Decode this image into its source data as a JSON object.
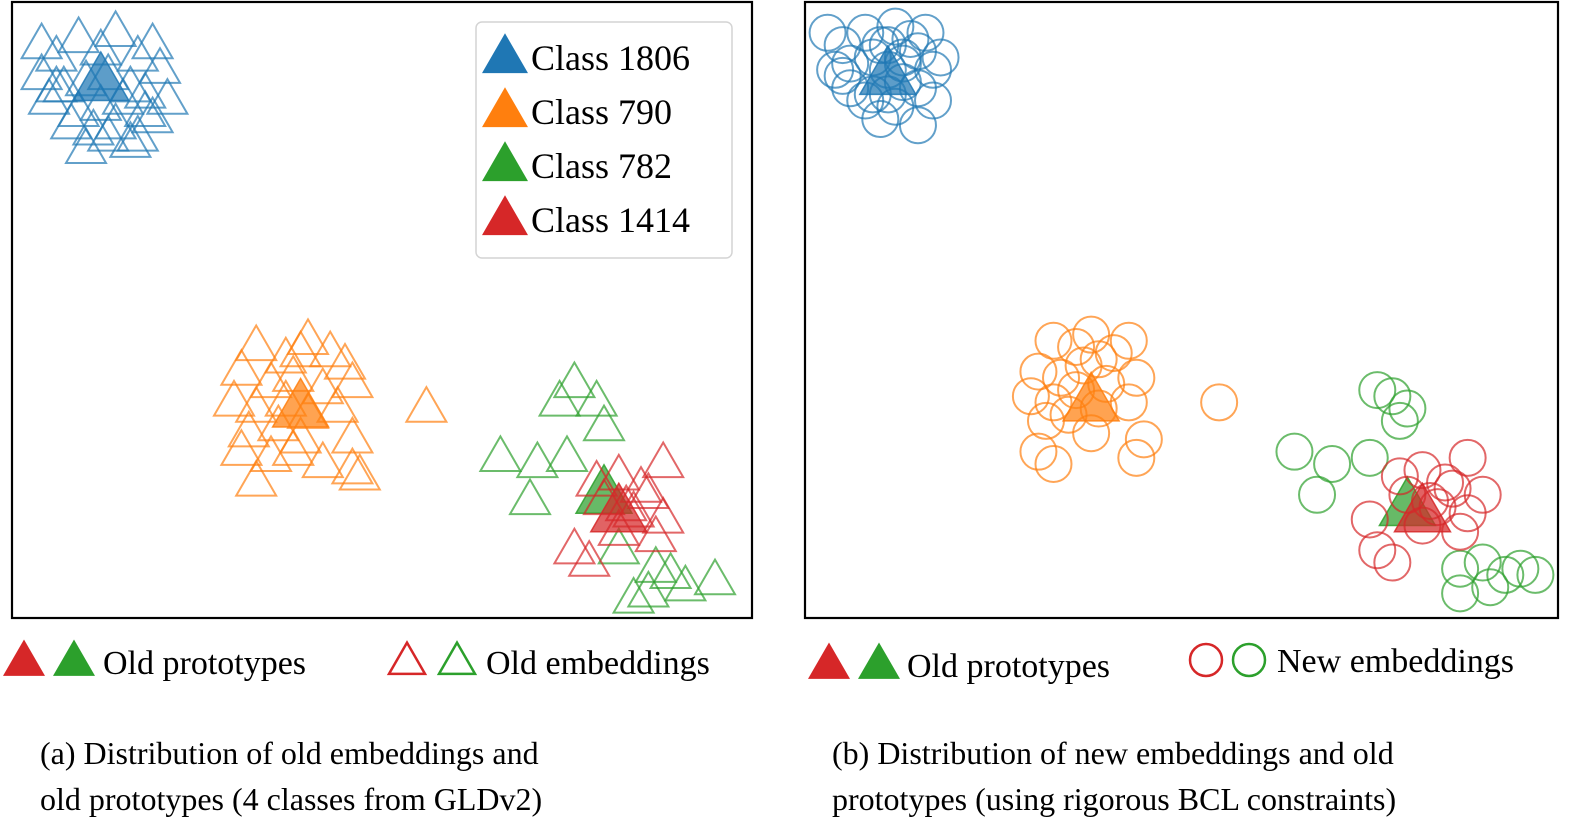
{
  "colors": {
    "blue": "#1f77b4",
    "orange": "#ff7f0e",
    "green": "#2ca02c",
    "red": "#d62728"
  },
  "legend_entries": [
    {
      "label": "Class 1806",
      "color": "#1f77b4"
    },
    {
      "label": "Class 790",
      "color": "#ff7f0e"
    },
    {
      "label": "Class 782",
      "color": "#2ca02c"
    },
    {
      "label": "Class 1414",
      "color": "#d62728"
    }
  ],
  "under_legends": {
    "a_prototypes": "Old prototypes",
    "a_embeddings": "Old embeddings",
    "b_prototypes": "Old prototypes",
    "b_embeddings": "New embeddings"
  },
  "captions": {
    "a_line1": "(a) Distribution of old embeddings and",
    "a_line2": "old prototypes (4 classes from GLDv2)",
    "b_line1": "(b) Distribution of new embeddings and old",
    "b_line2": "prototypes (using rigorous BCL constraints)"
  },
  "chart_data": [
    {
      "type": "scatter",
      "title": "",
      "xlabel": "",
      "ylabel": "",
      "xlim": [
        0,
        100
      ],
      "ylim": [
        0,
        100
      ],
      "grid": false,
      "legend_placement": "top-right",
      "series": [
        {
          "name": "Class 1806",
          "color": "#1f77b4",
          "marker": "triangle-open",
          "x": [
            4,
            6,
            9,
            12,
            14,
            17,
            19,
            4,
            7,
            10,
            13,
            16,
            20,
            5,
            9,
            12,
            15,
            18,
            21,
            8,
            11,
            14,
            17,
            19,
            10,
            13,
            16,
            6,
            18
          ],
          "y": [
            93,
            91,
            94,
            92,
            95,
            91,
            93,
            88,
            86,
            87,
            88,
            86,
            89,
            84,
            82,
            83,
            84,
            82,
            84,
            80,
            79,
            80,
            78,
            81,
            76,
            78,
            77,
            86,
            85
          ]
        },
        {
          "name": "Class 1806",
          "color": "#1f77b4",
          "marker": "triangle-filled",
          "x": [
            12
          ],
          "y": [
            87
          ]
        },
        {
          "name": "Class 790",
          "color": "#ff7f0e",
          "marker": "triangle-open",
          "x": [
            33,
            37,
            40,
            43,
            45,
            31,
            35,
            38,
            42,
            46,
            30,
            33,
            37,
            40,
            44,
            32,
            36,
            39,
            46,
            31,
            35,
            38,
            42,
            46,
            33,
            47,
            39,
            56
          ],
          "y": [
            44,
            42,
            45,
            43,
            41,
            40,
            38,
            39,
            37,
            38,
            35,
            34,
            35,
            33,
            34,
            30,
            31,
            29,
            29,
            27,
            26,
            27,
            25,
            24,
            22,
            23,
            43,
            34
          ]
        },
        {
          "name": "Class 790",
          "color": "#ff7f0e",
          "marker": "triangle-filled",
          "x": [
            39
          ],
          "y": [
            34
          ]
        },
        {
          "name": "Class 782",
          "color": "#2ca02c",
          "marker": "triangle-open",
          "x": [
            76,
            74,
            79,
            80,
            66,
            71,
            75,
            70,
            82,
            87,
            89,
            91,
            95,
            84,
            86
          ],
          "y": [
            38,
            35,
            35,
            31,
            26,
            25,
            26,
            19,
            11,
            8,
            7,
            5,
            6,
            3,
            4
          ]
        },
        {
          "name": "Class 782",
          "color": "#2ca02c",
          "marker": "triangle-filled",
          "x": [
            80
          ],
          "y": [
            20
          ]
        },
        {
          "name": "Class 1414",
          "color": "#d62728",
          "marker": "triangle-open",
          "x": [
            88,
            79,
            82,
            86,
            80,
            84,
            88,
            82,
            87,
            76,
            78,
            83,
            85
          ],
          "y": [
            25,
            22,
            23,
            20,
            19,
            17,
            16,
            14,
            13,
            11,
            9,
            18,
            21
          ]
        },
        {
          "name": "Class 1414",
          "color": "#d62728",
          "marker": "triangle-filled",
          "x": [
            82
          ],
          "y": [
            17
          ]
        }
      ]
    },
    {
      "type": "scatter",
      "title": "",
      "xlabel": "",
      "ylabel": "",
      "xlim": [
        0,
        100
      ],
      "ylim": [
        0,
        100
      ],
      "grid": false,
      "series": [
        {
          "name": "",
          "color": "#1f77b4",
          "marker": "circle-open",
          "x": [
            3,
            5,
            8,
            10,
            12,
            14,
            16,
            4,
            6,
            9,
            11,
            13,
            15,
            17,
            6,
            8,
            11,
            13,
            15,
            17,
            10,
            12,
            15,
            9,
            13,
            5,
            18,
            11
          ],
          "y": [
            95,
            93,
            95,
            93,
            96,
            94,
            95,
            89,
            90,
            91,
            89,
            90,
            92,
            89,
            86,
            84,
            85,
            87,
            86,
            84,
            81,
            83,
            80,
            85,
            91,
            88,
            91,
            93
          ]
        },
        {
          "name": "",
          "color": "#1f77b4",
          "marker": "triangle-filled",
          "x": [
            11
          ],
          "y": [
            88
          ]
        },
        {
          "name": "",
          "color": "#ff7f0e",
          "marker": "circle-open",
          "x": [
            33,
            36,
            38,
            41,
            43,
            31,
            34,
            37,
            40,
            44,
            30,
            33,
            36,
            39,
            43,
            32,
            35,
            38,
            45,
            31,
            33,
            44,
            39,
            55
          ],
          "y": [
            45,
            44,
            46,
            43,
            45,
            40,
            39,
            41,
            38,
            39,
            36,
            35,
            37,
            34,
            35,
            32,
            33,
            30,
            29,
            27,
            25,
            26,
            42,
            35
          ]
        },
        {
          "name": "",
          "color": "#ff7f0e",
          "marker": "triangle-filled",
          "x": [
            38
          ],
          "y": [
            35
          ]
        },
        {
          "name": "",
          "color": "#2ca02c",
          "marker": "circle-open",
          "x": [
            76,
            78,
            80,
            79,
            65,
            70,
            75,
            68,
            87,
            90,
            93,
            97,
            91,
            87,
            95
          ],
          "y": [
            37,
            36,
            34,
            32,
            27,
            25,
            26,
            20,
            8,
            9,
            7,
            7,
            5,
            4,
            8
          ]
        },
        {
          "name": "",
          "color": "#2ca02c",
          "marker": "triangle-filled",
          "x": [
            80
          ],
          "y": [
            18
          ]
        },
        {
          "name": "",
          "color": "#d62728",
          "marker": "circle-open",
          "x": [
            88,
            79,
            82,
            86,
            80,
            84,
            88,
            82,
            87,
            76,
            78,
            83,
            85,
            90,
            75
          ],
          "y": [
            26,
            23,
            24,
            21,
            20,
            18,
            17,
            15,
            14,
            11,
            9,
            19,
            22,
            20,
            16
          ]
        },
        {
          "name": "",
          "color": "#d62728",
          "marker": "triangle-filled",
          "x": [
            82
          ],
          "y": [
            17
          ]
        }
      ]
    }
  ]
}
